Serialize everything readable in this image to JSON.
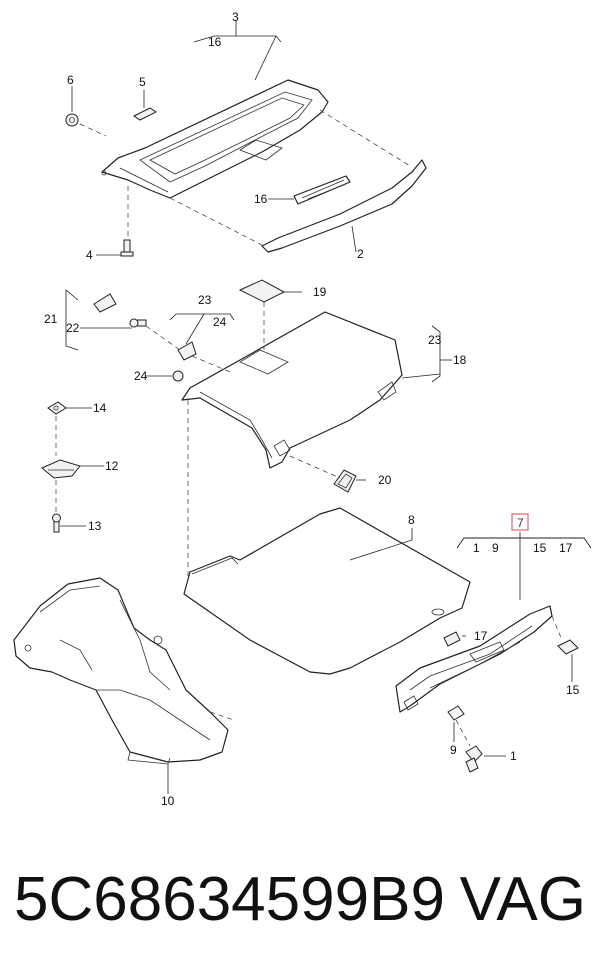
{
  "labels": {
    "l1": "1",
    "l2": "2",
    "l3": "3",
    "l4": "4",
    "l5": "5",
    "l6": "6",
    "l7": "7",
    "l8": "8",
    "l9a": "9",
    "l9b": "9",
    "l10": "10",
    "l12": "12",
    "l13": "13",
    "l14": "14",
    "l15a": "15",
    "l15b": "15",
    "l16a": "16",
    "l16b": "16",
    "l17a": "17",
    "l17b": "17",
    "l18": "18",
    "l19": "19",
    "l20": "20",
    "l21": "21",
    "l22": "22",
    "l23a": "23",
    "l23b": "23",
    "l24a": "24",
    "l24b": "24",
    "l1b": "1"
  },
  "highlight_color": "#e06070",
  "footer": {
    "part_number": "5C68634599B9",
    "brand": "VAG"
  }
}
